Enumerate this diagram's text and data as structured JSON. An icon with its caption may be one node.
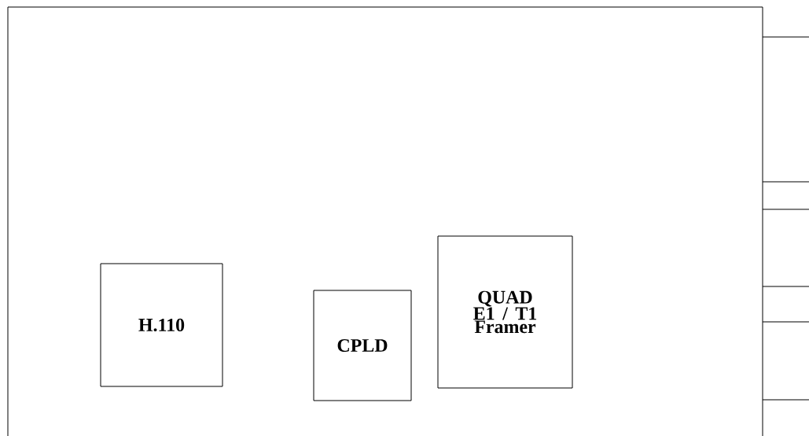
{
  "diagram": {
    "nodes": [
      {
        "text": [],
        "shape": "box"
      },
      {
        "text": [
          "H.110"
        ],
        "in": 0
      },
      {
        "text": [
          "CPLD"
        ],
        "in": 0
      },
      {
        "text": [
          "QUAD E1 / T1 Framer"
        ],
        "in": 0
      }
    ]
  }
}
